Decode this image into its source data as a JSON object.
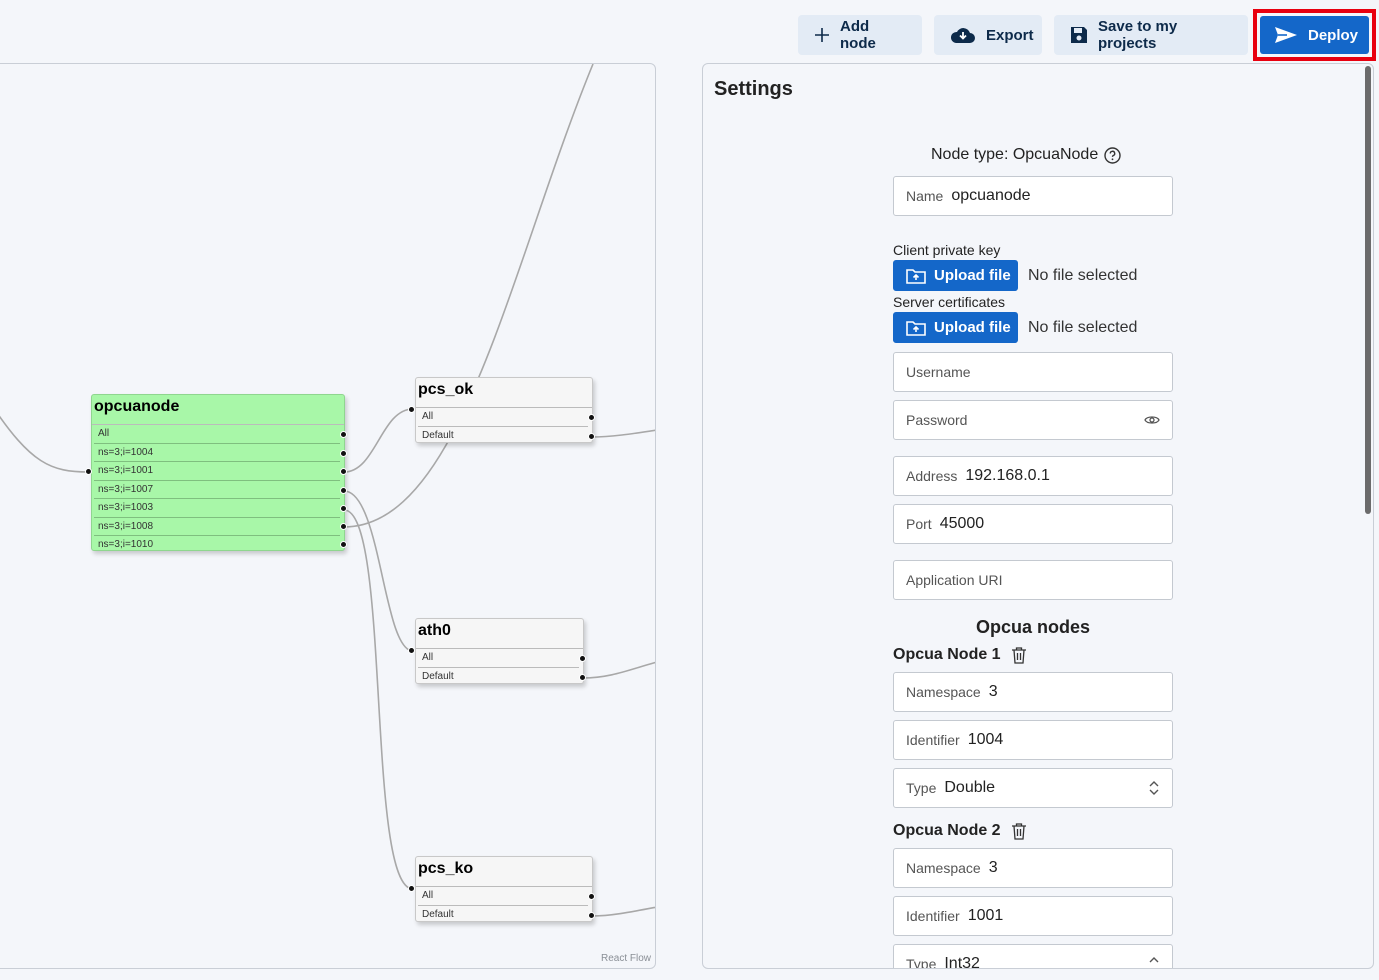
{
  "toolbar": {
    "add_node": "Add node",
    "export": "Export",
    "save": "Save to my projects",
    "deploy": "Deploy"
  },
  "canvas": {
    "attribution": "React Flow",
    "nodes": [
      {
        "title": "opcuanode",
        "ports": [
          "All",
          "ns=3;i=1004",
          "ns=3;i=1001",
          "ns=3;i=1007",
          "ns=3;i=1003",
          "ns=3;i=1008",
          "ns=3;i=1010"
        ]
      },
      {
        "title": "pcs_ok",
        "ports": [
          "All",
          "Default"
        ]
      },
      {
        "title": "ath0",
        "ports": [
          "All",
          "Default"
        ]
      },
      {
        "title": "pcs_ko",
        "ports": [
          "All",
          "Default"
        ]
      }
    ]
  },
  "settings": {
    "title": "Settings",
    "node_type": "Node type: OpcuaNode",
    "name": {
      "label": "Name",
      "value": "opcuanode"
    },
    "client_key": {
      "label": "Client private key",
      "button": "Upload file",
      "status": "No file selected"
    },
    "server_certs": {
      "label": "Server certificates",
      "button": "Upload file",
      "status": "No file selected"
    },
    "username": {
      "placeholder": "Username"
    },
    "password": {
      "placeholder": "Password"
    },
    "address": {
      "label": "Address",
      "value": "192.168.0.1"
    },
    "port": {
      "label": "Port",
      "value": "45000"
    },
    "app_uri": {
      "placeholder": "Application URI"
    },
    "opcua_nodes_title": "Opcua nodes",
    "opcua_nodes": [
      {
        "header": "Opcua Node 1",
        "namespace_label": "Namespace",
        "namespace": "3",
        "identifier_label": "Identifier",
        "identifier": "1004",
        "type_label": "Type",
        "type": "Double"
      },
      {
        "header": "Opcua Node 2",
        "namespace_label": "Namespace",
        "namespace": "3",
        "identifier_label": "Identifier",
        "identifier": "1001",
        "type_label": "Type",
        "type": "Int32"
      }
    ]
  }
}
